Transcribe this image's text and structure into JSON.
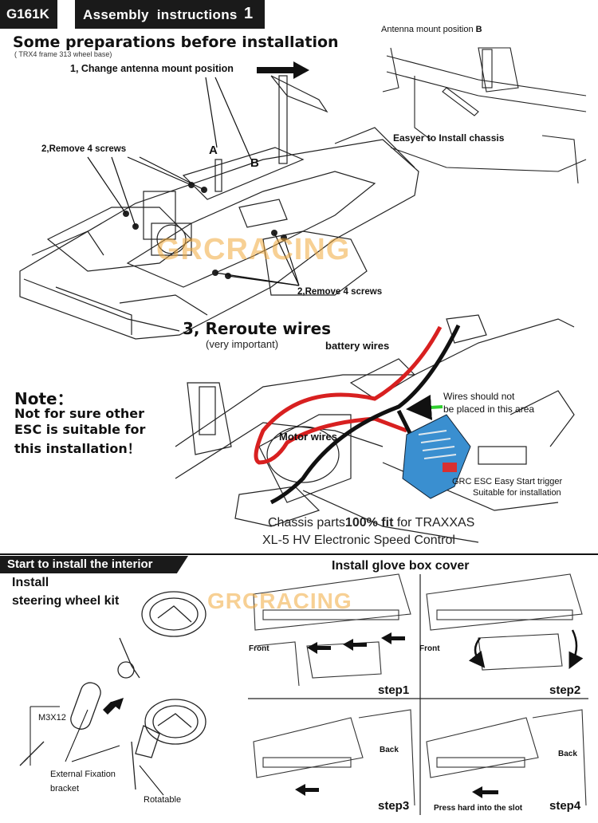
{
  "header": {
    "code": "G161K",
    "title": "Assembly  instructions",
    "page": "1"
  },
  "section1": {
    "title": "Some preparations before installation",
    "subtitle": "( TRX4  frame 313 wheel base)",
    "step1": "1,  Change antenna mount position",
    "step2a": "2,Remove 4 screws",
    "step2b": "2,Remove 4 screws",
    "label_a": "A",
    "label_b": "B"
  },
  "inset_b": {
    "title_prefix": "Antenna mount position ",
    "title_letter": "B",
    "caption": "Easyer to Install chassis"
  },
  "section3": {
    "title": "3,  Reroute wires",
    "subtitle": "(very important)",
    "battery_wires": "battery wires",
    "motor_wires": "Motor wires",
    "warning_line1": "Wires should not",
    "warning_line2": "be placed in this area",
    "esc_line1": "GRC ESC Easy Start trigger",
    "esc_line2": "Suitable for installation",
    "fit_prefix": "Chassis parts",
    "fit_bold": "100% fit",
    "fit_suffix": " for TRAXXAS",
    "fit_line2": "XL-5 HV Electronic Speed Control"
  },
  "note": {
    "title": "Note：",
    "line1": "Not for sure other",
    "line2": "ESC is suitable for",
    "line3": "this installation！"
  },
  "interior": {
    "bar_title": "Start to install the interior",
    "steer_line1": "Install",
    "steer_line2": "steering wheel kit",
    "m3x12": "M3X12",
    "bracket_line1": "External Fixation",
    "bracket_line2": "bracket",
    "rotatable": "Rotatable"
  },
  "glove": {
    "title": "Install glove box cover",
    "front1": "Front",
    "front2": "Front",
    "back1": "Back",
    "back2": "Back",
    "step1": "step1",
    "step2": "step2",
    "step3": "step3",
    "step4": "step4",
    "press": "Press hard into the slot"
  },
  "watermark": "GRCRACING",
  "colors": {
    "header_bg": "#1a1a1a",
    "wire_red": "#d82020",
    "wire_black": "#111111",
    "esc_blue": "#3a8fd0",
    "warning_green": "#2fcf2f",
    "watermark": "#f0aa3c"
  }
}
